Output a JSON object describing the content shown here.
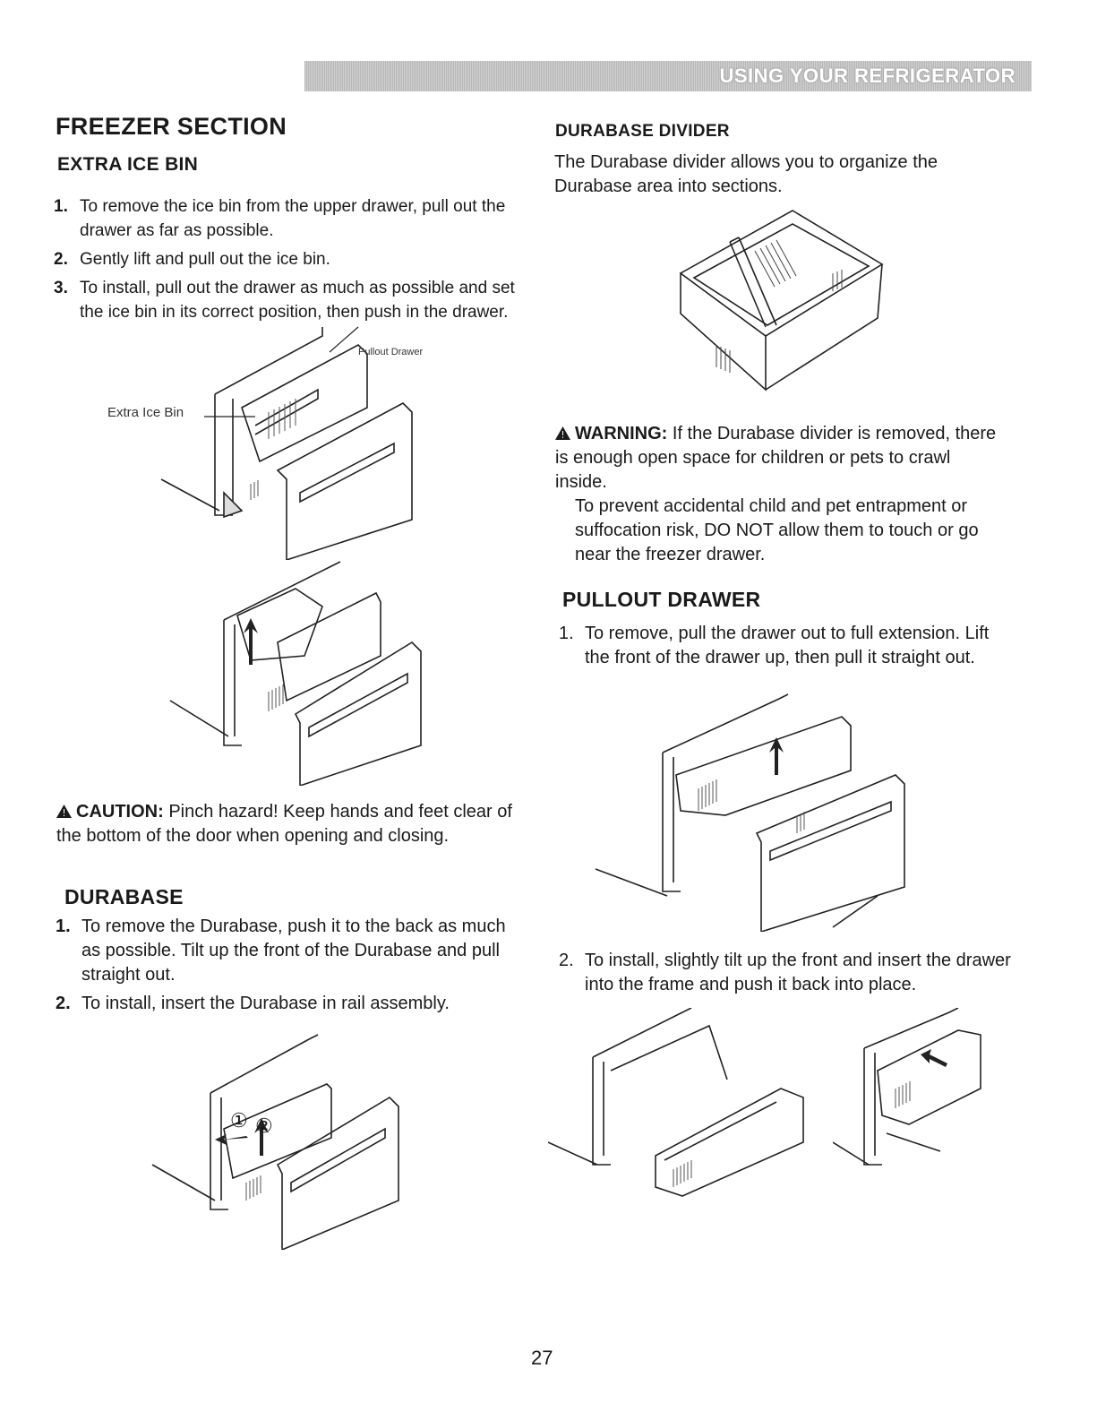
{
  "header": {
    "banner": "USING YOUR REFRIGERATOR"
  },
  "left": {
    "section_title": "FREEZER SECTION",
    "extra_ice_bin": {
      "title": "EXTRA ICE BIN",
      "steps": [
        {
          "num": "1.",
          "text": "To remove the ice bin from the upper drawer, pull out the drawer as far as possible."
        },
        {
          "num": "2.",
          "text": "Gently lift and pull out the ice bin."
        },
        {
          "num": "3.",
          "text": "To install, pull out the drawer as much as possible and set the ice bin in its correct position, then push in the drawer."
        }
      ],
      "figure_labels": {
        "ice_bin": "Extra Ice Bin",
        "pullout": "Pullout Drawer"
      }
    },
    "caution": {
      "label": "CAUTION:",
      "text": " Pinch hazard! Keep hands and feet clear of the bottom of the door when opening and closing."
    },
    "durabase": {
      "title": "DURABASE",
      "steps": [
        {
          "num": "1.",
          "text": "To remove the Durabase, push it to the back as much as possible. Tilt up the front of the Durabase and pull straight out."
        },
        {
          "num": "2.",
          "text": "To install, insert the Durabase in rail assembly."
        }
      ],
      "figure_marks": [
        "①",
        "②"
      ]
    }
  },
  "right": {
    "durabase_divider": {
      "title": "DURABASE DIVIDER",
      "text": "The Durabase divider allows you to organize the Durabase area into sections."
    },
    "warning": {
      "label": "WARNING:",
      "text1": " If the Durabase divider is removed, there is enough open space for children or pets to crawl inside.",
      "text2": "To prevent accidental child and pet entrapment or suffocation risk, DO NOT allow them to touch or go near the freezer drawer."
    },
    "pullout_drawer": {
      "title": "PULLOUT DRAWER",
      "step1": {
        "num": "1.",
        "text": "To remove, pull the drawer out to full extension. Lift the front of the drawer up, then pull it straight out."
      },
      "step2": {
        "num": "2.",
        "text": "To install, slightly tilt up the front and insert the drawer into the frame and push it back into place."
      }
    }
  },
  "footer": {
    "page_number": "27"
  }
}
